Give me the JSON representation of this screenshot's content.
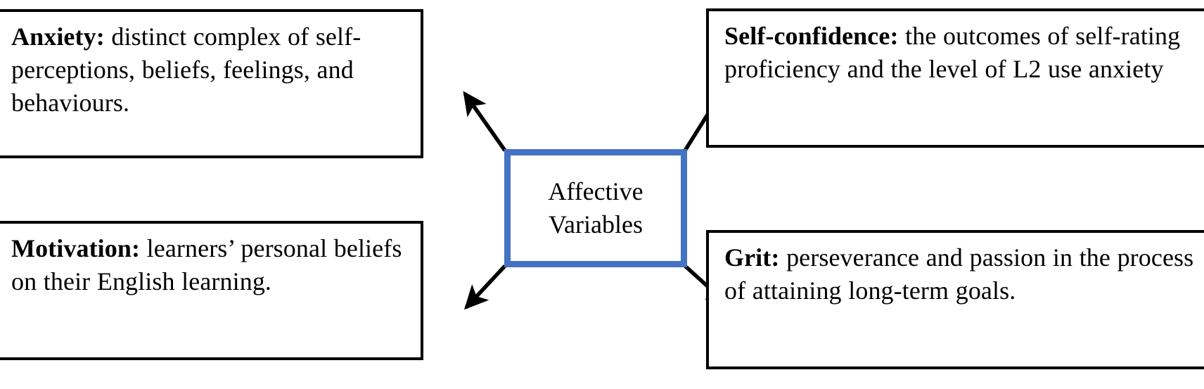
{
  "diagram": {
    "title": "Affective Variables",
    "center": {
      "label": "Affective\nVariables",
      "border_color": "#4472C4"
    },
    "arrow_color": "#000000",
    "box_border_color": "#000000",
    "nodes": [
      {
        "id": "anxiety",
        "term": "Anxiety:",
        "definition": " distinct complex of self-perceptions, beliefs, feelings, and behaviours.",
        "position": "top-left"
      },
      {
        "id": "motivation",
        "term": "Motivation:",
        "definition": " learners’ personal beliefs on their English learning.",
        "position": "bottom-left"
      },
      {
        "id": "self-confidence",
        "term": "Self-confidence:",
        "definition": " the outcomes of self-rating proficiency and the level of L2 use anxiety",
        "position": "top-right"
      },
      {
        "id": "grit",
        "term": "Grit:",
        "definition": " perseverance and passion in the process of attaining long-term goals.",
        "position": "bottom-right"
      }
    ],
    "connectors": [
      {
        "id": "center-to-anxiety",
        "from": "center",
        "to": "anxiety",
        "direction": "up-left"
      },
      {
        "id": "center-to-self-confidence",
        "from": "center",
        "to": "self-confidence",
        "direction": "up-right"
      },
      {
        "id": "center-to-motivation",
        "from": "center",
        "to": "motivation",
        "direction": "down-left"
      },
      {
        "id": "center-to-grit",
        "from": "center",
        "to": "grit",
        "direction": "down-right"
      }
    ]
  }
}
